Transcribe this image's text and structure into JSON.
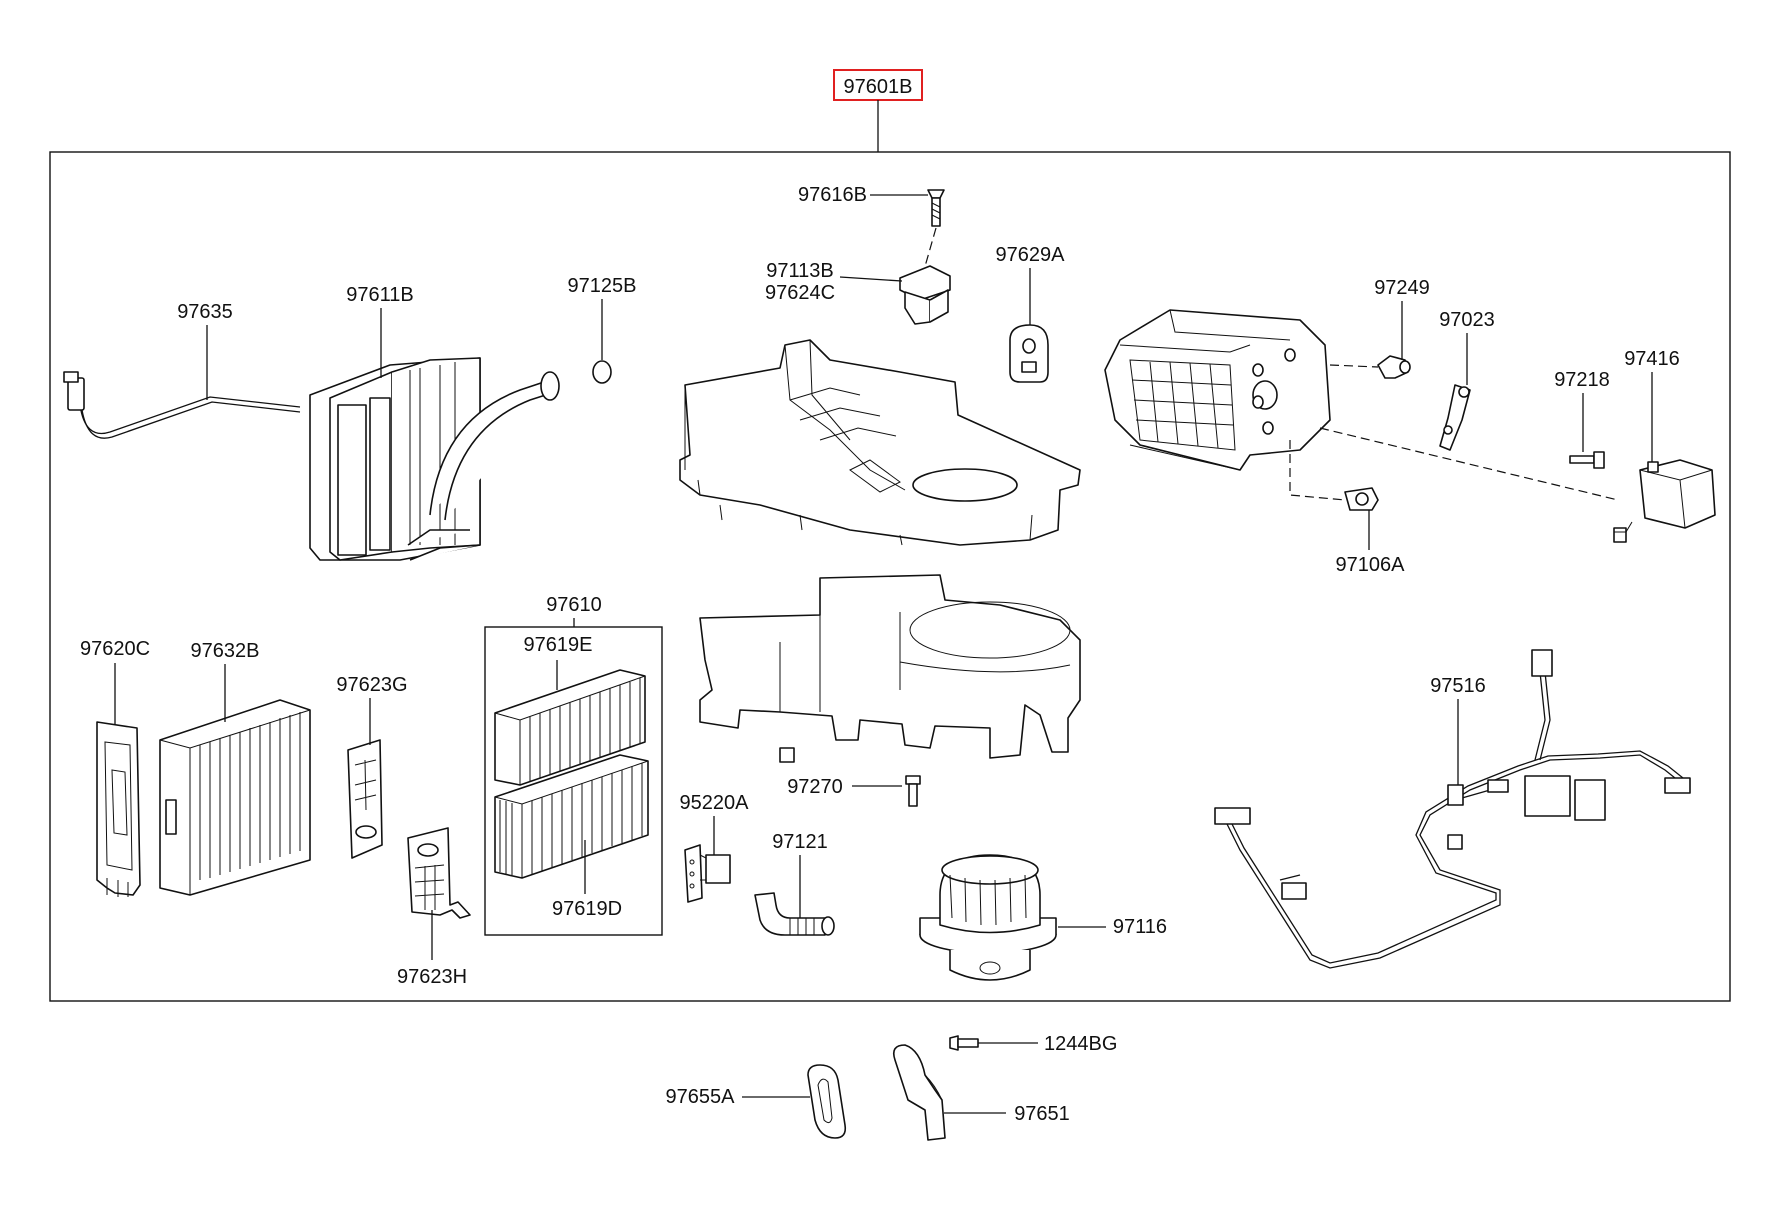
{
  "highlight_color": "#e02020",
  "labels": {
    "p97601B": "97601B",
    "p97616B": "97616B",
    "p97113B": "97113B",
    "p97624C": "97624C",
    "p97629A": "97629A",
    "p97635": "97635",
    "p97611B": "97611B",
    "p97125B": "97125B",
    "p97249": "97249",
    "p97023": "97023",
    "p97218": "97218",
    "p97416": "97416",
    "p97106A": "97106A",
    "p97610": "97610",
    "p97619E": "97619E",
    "p97619D": "97619D",
    "p97620C": "97620C",
    "p97632B": "97632B",
    "p97623G": "97623G",
    "p97623H": "97623H",
    "p97270": "97270",
    "p95220A": "95220A",
    "p97121": "97121",
    "p97116": "97116",
    "p97516": "97516",
    "p1244BG": "1244BG",
    "p97655A": "97655A",
    "p97651": "97651"
  }
}
